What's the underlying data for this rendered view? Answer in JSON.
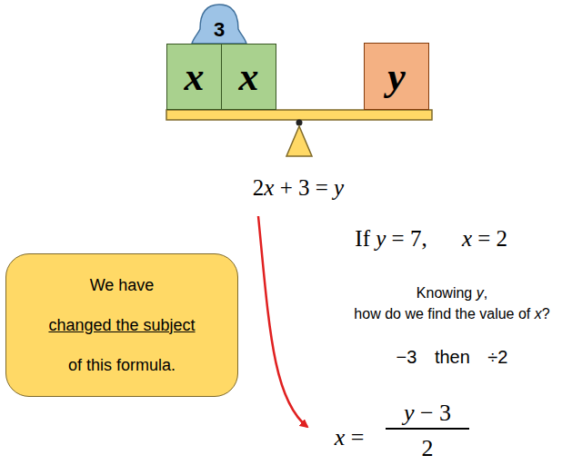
{
  "diagram": {
    "nodes": [
      {
        "text": [
          "3"
        ]
      },
      {
        "text": [
          "x"
        ]
      },
      {
        "text": [
          "x"
        ]
      },
      {
        "text": [
          "y"
        ]
      },
      {
        "text": [
          "We have",
          "changed the subject",
          "of this formula."
        ]
      }
    ],
    "labels": [
      "2x + 3 = y",
      "If y = 7,",
      "x = 2",
      "Knowing y,",
      "how do we find the value of x?",
      "−3 then ÷2",
      "x =",
      "y − 3",
      "2"
    ]
  }
}
